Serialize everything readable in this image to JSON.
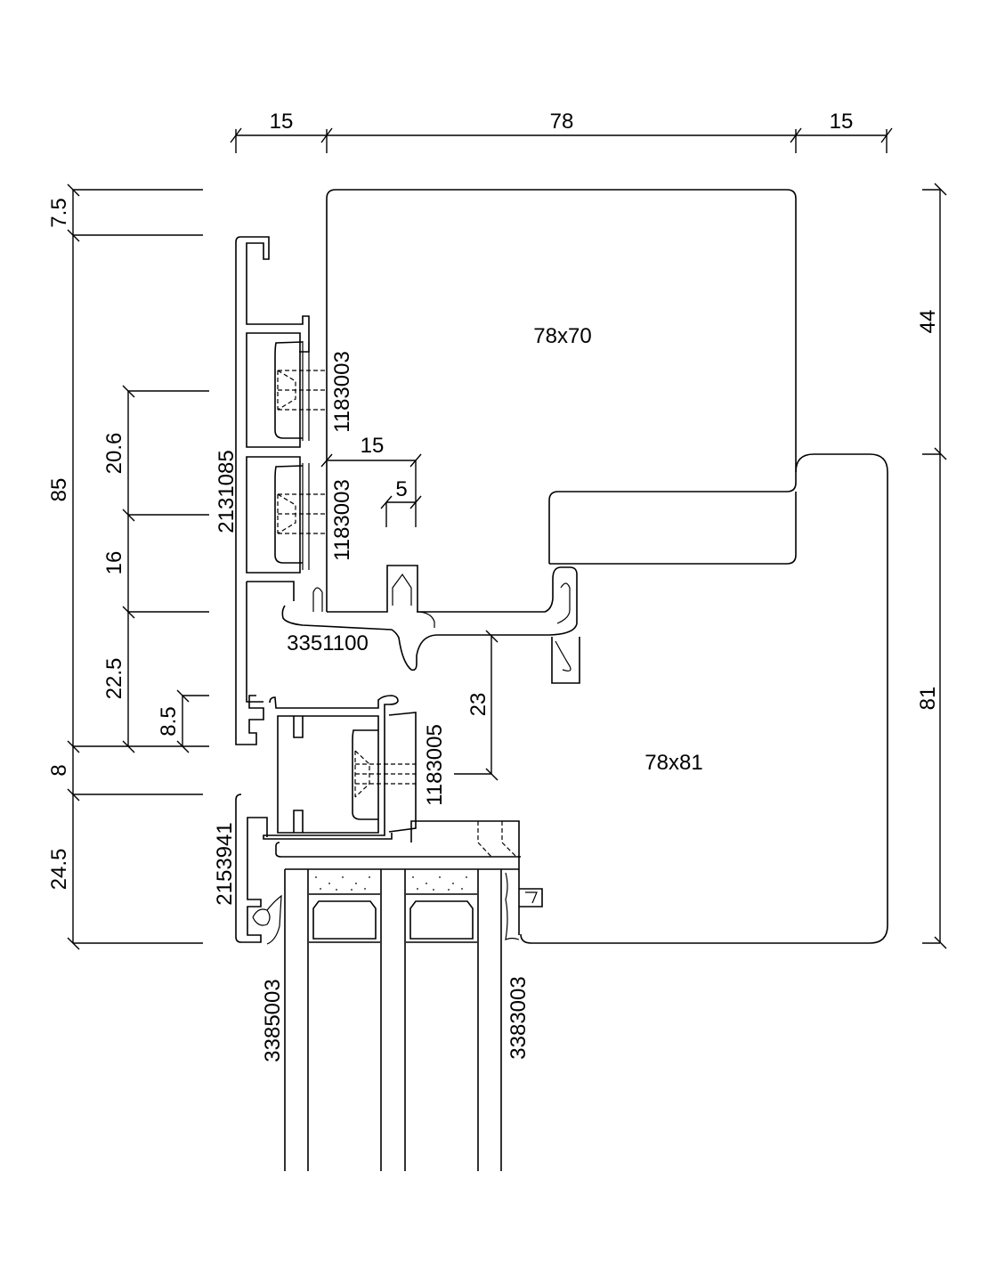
{
  "drawing": {
    "type": "window profile cross-section",
    "units": "mm",
    "colors": {
      "line": "#000000",
      "background": "#ffffff"
    }
  },
  "dimensions": {
    "top": [
      "15",
      "78",
      "15"
    ],
    "left_outer": [
      "7.5",
      "85",
      "8",
      "24.5"
    ],
    "left_inner": [
      "20.6",
      "16",
      "22.5"
    ],
    "left_small": "8.5",
    "right": [
      "44",
      "81"
    ],
    "inner_15": "15",
    "inner_5": "5",
    "inner_23": "23"
  },
  "parts": {
    "sash_block": "78x70",
    "frame_block": "78x81",
    "clip_top": "1183003",
    "clip_middle": "1183003",
    "clip_bottom": "1183005",
    "outer_profile": "2131085",
    "bead_profile": "2153941",
    "gasket_center": "3351100",
    "gasket_left": "3385003",
    "gasket_right": "3383003"
  }
}
